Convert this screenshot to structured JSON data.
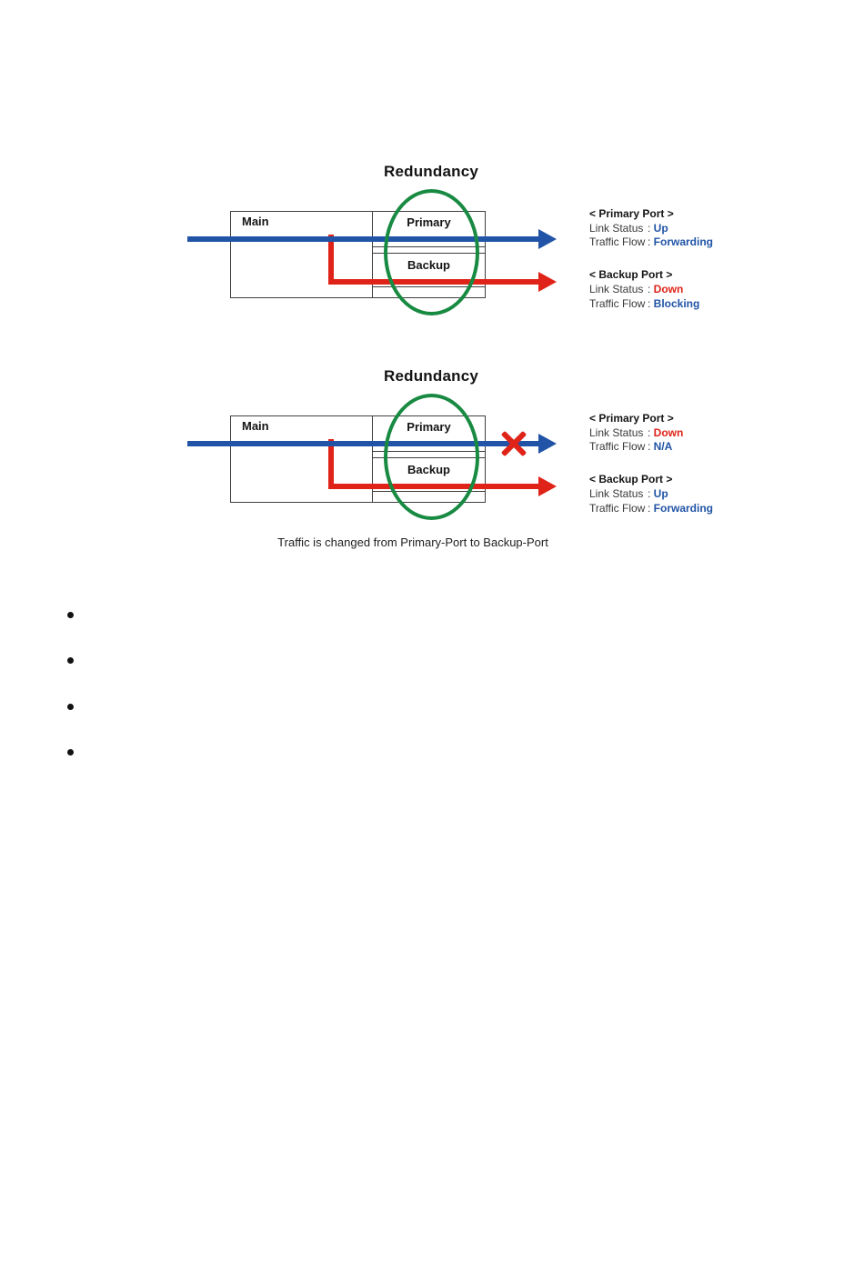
{
  "page": {
    "background": "#ffffff"
  },
  "colors": {
    "arrow_blue": "#2154a6",
    "arrow_red": "#df2318",
    "ellipse_green": "#188a42",
    "box_line": "#3f3f3f",
    "status_blue": "#2154a6",
    "status_red": "#df2318",
    "text_black": "#141414"
  },
  "diagrams": [
    {
      "title": "Redundancy",
      "device": {
        "main": "Main",
        "primary": "Primary",
        "backup": "Backup"
      },
      "ports": [
        {
          "header": "< Primary Port >",
          "rows": [
            {
              "label": "Link Status",
              "value": "Up",
              "color": "#2154a6"
            },
            {
              "label": "Traffic Flow",
              "value": "Forwarding",
              "color": "#2154a6"
            }
          ]
        },
        {
          "header": "< Backup Port >",
          "rows": [
            {
              "label": "Link Status",
              "value": "Down",
              "color": "#df2318"
            },
            {
              "label": "Traffic Flow",
              "value": "Blocking",
              "color": "#2154a6"
            }
          ]
        }
      ]
    },
    {
      "title": "Redundancy",
      "device": {
        "main": "Main",
        "primary": "Primary",
        "backup": "Backup"
      },
      "failure_icon": "red-x-mark",
      "caption": "Traffic is changed from Primary-Port to Backup-Port",
      "ports": [
        {
          "header": "< Primary Port >",
          "rows": [
            {
              "label": "Link Status",
              "value": "Down",
              "color": "#df2318"
            },
            {
              "label": "Traffic Flow",
              "value": "N/A",
              "color": "#2154a6"
            }
          ]
        },
        {
          "header": "< Backup Port >",
          "rows": [
            {
              "label": "Link Status",
              "value": "Up",
              "color": "#2154a6"
            },
            {
              "label": "Traffic Flow",
              "value": "Forwarding",
              "color": "#2154a6"
            }
          ]
        }
      ]
    }
  ],
  "bullets": {
    "items": [
      "",
      "",
      "",
      ""
    ]
  }
}
